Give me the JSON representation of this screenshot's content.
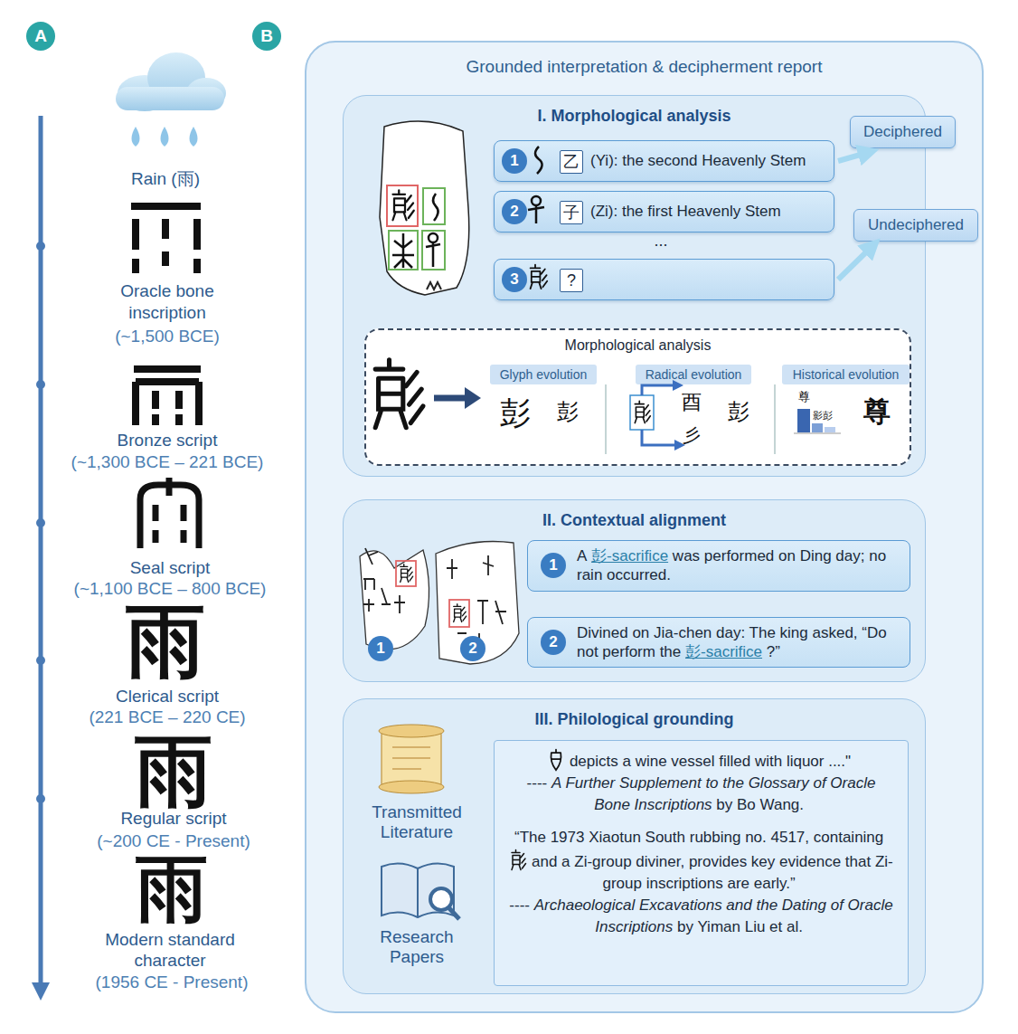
{
  "diagram": {
    "nodes": [
      {
        "text": [
          "Grounded interpretation & decipherment report"
        ]
      },
      {
        "text": [
          "I. Morphological analysis"
        ],
        "in": 0
      },
      {
        "text": [
          "1",
          "(Yi): the second Heavenly Stem"
        ],
        "in": 1
      },
      {
        "text": [
          "乙"
        ],
        "in": 2
      },
      {
        "text": [
          "2",
          "(Zi): the first Heavenly Stem"
        ],
        "in": 1
      },
      {
        "text": [
          "子"
        ],
        "in": 4
      },
      {
        "text": [
          "3"
        ],
        "in": 1
      },
      {
        "text": [
          "?"
        ],
        "in": 6
      },
      {
        "text": [
          "Deciphered"
        ],
        "in": 0
      },
      {
        "text": [
          "Undeciphered"
        ],
        "in": 0
      },
      {
        "text": [
          "Morphological analysis"
        ],
        "in": 1
      },
      {
        "text": [
          "Glyph evolution"
        ],
        "in": 10
      },
      {
        "text": [
          "Radical evolution"
        ],
        "in": 10
      },
      {
        "text": [
          "Historical evolution"
        ],
        "in": 10
      },
      {
        "text": [
          "II. Contextual alignment"
        ],
        "in": 0
      },
      {
        "text": [
          "1",
          "A",
          "彭-sacrifice",
          "was performed on Ding day; no rain occurred."
        ],
        "in": 14
      },
      {
        "text": [
          "2",
          "Divined on Jia-chen day: The king asked, “Do not perform the",
          "彭-sacrifice",
          "?”"
        ],
        "in": 14
      },
      {
        "text": [
          "III. Philological grounding"
        ],
        "in": 0
      },
      {
        "text": [
          "depicts a wine vessel filled with liquor ....\"",
          "----",
          "A Further Supplement to the Glossary of Oracle Bone Inscriptions",
          "by Bo Wang.",
          "“The 1973 Xiaotun South rubbing no. 4517, containing",
          "and a Zi-group diviner, provides key evidence that Zi-group inscriptions are early.”",
          "----",
          "Archaeological Excavations and the Dating of Oracle Inscriptions",
          "by Yiman Liu et al."
        ],
        "in": 17
      }
    ],
    "edges": [
      {
        "from": 2,
        "to": 8,
        "arrow": "to"
      },
      {
        "from": 6,
        "to": 9,
        "arrow": "to"
      }
    ],
    "labels": [
      "A",
      "B",
      "Rain (雨)",
      "Oracle bone inscription",
      "(~1,500 BCE)",
      "Bronze script",
      "(~1,300 BCE – 221 BCE)",
      "Seal script",
      "(~1,100 BCE – 800 BCE)",
      "雨",
      "Clerical script",
      "(221 BCE – 220 CE)",
      "雨",
      "Regular script",
      "(~200 CE - Present)",
      "雨",
      "Modern standard character",
      "(1956 CE - Present)",
      "...",
      "彭",
      "彭",
      "酉",
      "彡",
      "彭",
      "尊",
      "影彭",
      "尊",
      "1",
      "2",
      "Transmitted Literature",
      "Research Papers"
    ]
  }
}
